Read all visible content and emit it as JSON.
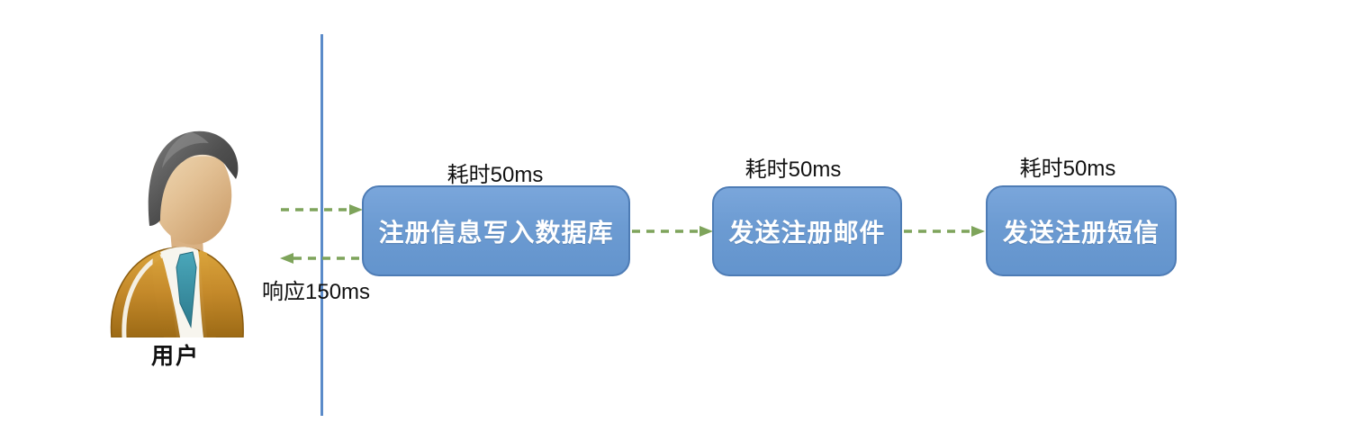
{
  "diagram": {
    "actor": {
      "label": "用户",
      "icon": "person-icon"
    },
    "request": {
      "direction": "right"
    },
    "response": {
      "label": "响应150ms",
      "direction": "left"
    },
    "steps": [
      {
        "label": "注册信息写入数据库",
        "duration": "耗时50ms"
      },
      {
        "label": "发送注册邮件",
        "duration": "耗时50ms"
      },
      {
        "label": "发送注册短信",
        "duration": "耗时50ms"
      }
    ],
    "colors": {
      "box_fill": "#6C9BD2",
      "box_border": "#4E7CB5",
      "box_text": "#FFFFFF",
      "arrow_green": "#7EA45B",
      "lifeline_blue": "#5B8BC9",
      "label_text": "#111111",
      "jacket_orange": "#C98F2D",
      "tie_teal": "#3A93A8"
    }
  }
}
